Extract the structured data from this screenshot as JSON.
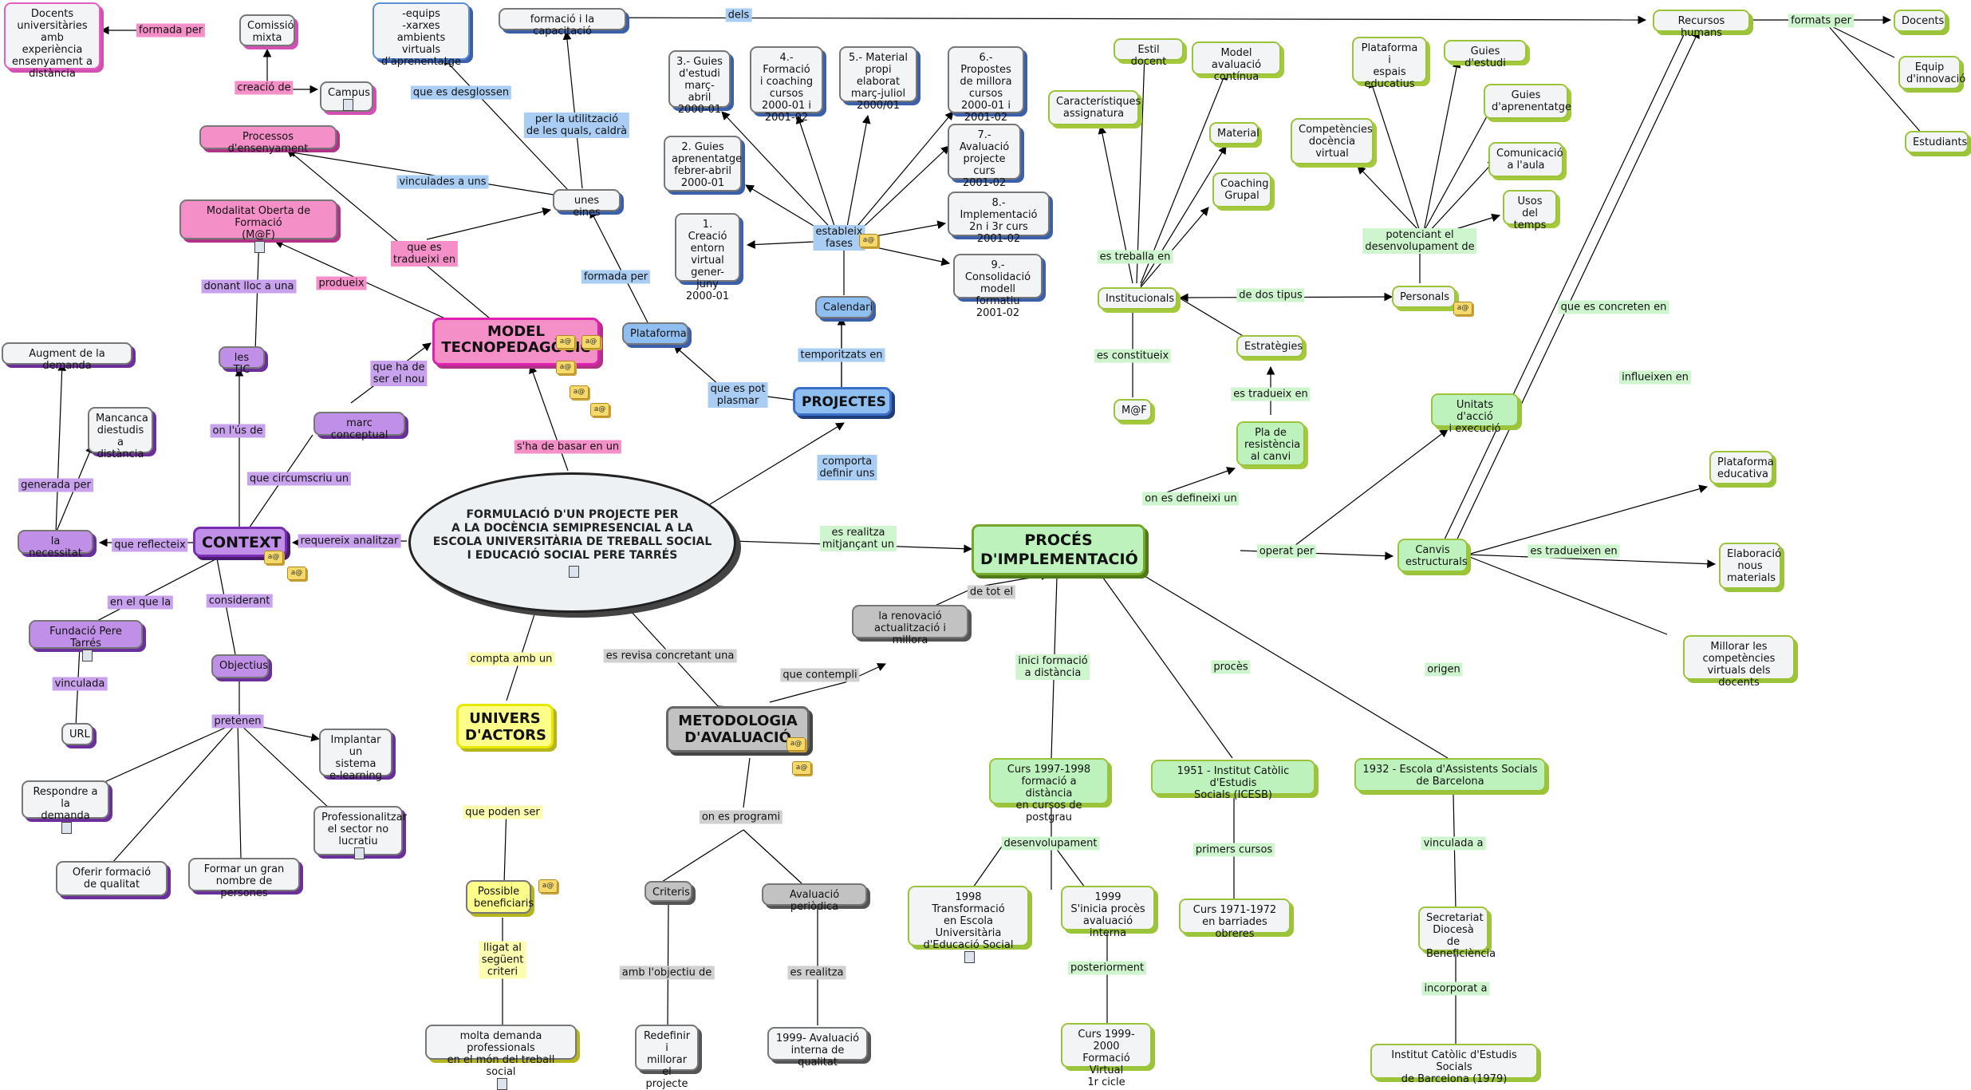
{
  "colors": {
    "pink": "#f58fc8",
    "pink_label": "#f58fc8",
    "purple": "#c08fe8",
    "purple_label": "#c9a2ee",
    "blue": "#8fbef0",
    "blue_label": "#a9cdf3",
    "green": "#bdf2bd",
    "green_label": "#cff5cf",
    "gray": "#c2c2c2",
    "gray_label": "#d0d0d0",
    "yellow": "#fdfd8a",
    "yellow_label": "#fdfdb0"
  },
  "center": {
    "title": "FORMULACIÓ D'UN PROJECTE PER\nA LA DOCÈNCIA SEMIPRESENCIAL A LA\nESCOLA UNIVERSITÀRIA DE TREBALL SOCIAL\nI EDUCACIÓ SOCIAL PERE TARRÉS"
  },
  "nodes": {
    "docents_univ": "Docents\nuniversitàries\namb experiència\nensenyament a\ndistància",
    "comissio": "Comissió\nmixta",
    "campus": "Campus",
    "processos": "Processos d'ensenyament",
    "mof": "Modalitat Oberta de Formació\n(M@F)",
    "equips": "-equips\n-xarxes\nambients virtuals\nd'aprenentatge",
    "formacio_cap": "formació i la capacitació",
    "unes_eines": "unes eines",
    "model": "MODEL\nTECNOPEDAGÒGIC",
    "plataforma_b": "Plataforma",
    "tic": "les TIC",
    "marc": "marc conceptual",
    "augment": "Augment de la demanda",
    "mancanca": "Mancanca\ndiestudis a\ndistància",
    "necessitat": "la necessitat",
    "context": "CONTEXT",
    "fundacio": "Fundació Pere Tarrés",
    "url": "URL",
    "objectius": "Objectius",
    "implantar": "Implantar un\nsistema\ne-learning",
    "respondre": "Respondre a la\ndemanda",
    "professionalitzar": "Professionalitzar\nel sector no\nlucratiu",
    "oferir": "Oferir formació\nde qualitat",
    "formar": "Formar un gran\nnombre de persones",
    "guies3": "3.- Guies\nd'estudi\nmarç-abril\n2000-01",
    "formacio4": "4.- Formació\ni coaching\ncursos\n2000-01 i\n2001-02",
    "material5": "5.- Material\npropi elaborat\nmarç-juliol\n2000/01",
    "propostes6": "6.- Propostes\nde millora\ncursos\n2000-01 i\n2001-02",
    "guies2": "2. Guies\naprenentatge\nfebrer-abril\n2000-01",
    "avaluacio7": "7.- Avaluació\nprojecte\ncurs\n2001-02",
    "creacio1": "1. Creació\nentorn\nvirtual\ngener-juny\n2000-01",
    "implementacio8": "8.- Implementació\n2n i 3r curs\n2001-02",
    "consolidacio9": "9.- Consolidació\nmodell formatiu\n2001-02",
    "calendari": "Calendari",
    "projectes": "PROJECTES",
    "renovacio": "la renovació\nactualització i millora",
    "metodologia": "METODOLOGIA\nD'AVALUACIÓ",
    "criteris": "Criteris",
    "aval_periodica": "Avaluació periòdica",
    "redefinir": "Redefinir i\nmillorar el\nprojecte",
    "aval1999": "1999- Avaluació\ninterna de qualitat",
    "univers": "UNIVERS\nD'ACTORS",
    "beneficiaris": "Possible\nbeneficiaris",
    "demanda_prof": "molta demanda professionals\nen el món del treball social",
    "estil": "Estil docent",
    "model_aval": "Model avaluació\ncontínua",
    "caracteristiques": "Característiques\nassignatura",
    "material": "Material",
    "coaching": "Coaching\nGrupal",
    "institucionals": "Institucionals",
    "mf": "M@F",
    "estrategies": "Estratègies",
    "pla": "Pla de\nresistència\nal canvi",
    "personals": "Personals",
    "plataforma_espais": "Plataforma i\nespais\neducatius",
    "guies_estudi": "Guies d'estudi",
    "guies_aprenentatge": "Guies\nd'aprenentatge",
    "competencies": "Competències\ndocència\nvirtual",
    "comunicacio": "Comunicació\na l'aula",
    "usos": "Usos del\ntemps",
    "recursos": "Recursos humans",
    "docents_r": "Docents",
    "equip": "Equip\nd'innovació",
    "estudiants": "Estudiants",
    "unitats": "Unitats d'acció\ni execució",
    "proces": "PROCÉS\nD'IMPLEMENTACIÓ",
    "canvis": "Canvis\nestructurals",
    "plataforma_ed": "Plataforma\neducativa",
    "elaboracio": "Elaboració\nnous\nmaterials",
    "millorar_comp": "Millorar les\ncompetències\nvirtuals dels docents",
    "curs1997": "Curs 1997-1998\nformació a distància\nen cursos de postgrau",
    "icesb1951": "1951 - Institut Catòlic d'Estudis\nSocials (ICESB)",
    "escola1932": "1932 - Escola d'Assistents Socials\nde Barcelona",
    "t1998": "1998\nTransformació\nen Escola Universitària\nd'Educació Social",
    "t1999": "1999\nS'inicia procès\navaluació interna",
    "curs1971": "Curs 1971-1972\nen barriades obreres",
    "secretariat": "Secretariat\nDiocesà de\nBeneficiència",
    "curs1999": "Curs 1999-2000\nFormació Virtual\n1r cicle",
    "institut1979": "Institut Catòlic d'Estudis Socials\nde Barcelona (1979)"
  },
  "links": {
    "formada_per_1": "formada per",
    "creacio_de": "creació de",
    "vinculades_a_uns": "vinculades a uns",
    "que_es_desglossen": "que es desglossen",
    "per_la_utilitzacio": "per la utilització\nde les quals, caldrà",
    "dels": "dels",
    "que_es_tradueixi": "que es\ntradueixi en",
    "produeix": "produeix",
    "donant_lloc": "donant lloc a una",
    "formada_per_2": "formada per",
    "que_ha_de_ser": "que ha de\nser el nou",
    "on_lus_de": "on l'ús de",
    "que_circumscriu": "que circumscriu un",
    "generada_per": "generada per",
    "que_reflecteix": "que reflecteix",
    "requereix": "requereix analitzar",
    "en_el_que_la": "en el que la",
    "considerant": "considerant",
    "vinculada": "vinculada",
    "pretenen": "pretenen",
    "shade_basar": "s'ha de basar en un",
    "estableix_fases": "estableix\nfases",
    "temporitzats": "temporitzats en",
    "que_es_pot_plasmar": "que es pot\nplasmar",
    "comporta": "comporta\ndefinir uns",
    "es_realitza_mitjancant": "es realitza\nmitjançant un",
    "de_tot_el": "de tot el",
    "que_contempli": "que contempli",
    "es_revisa": "es revisa concretant una",
    "compta_amb": "compta amb un",
    "que_poden_ser": "que poden ser",
    "lligat": "lligat al\nsegüent\ncriteri",
    "on_es_programi": "on es programi",
    "amb_objectiu": "amb l'objectiu de",
    "es_realitza": "es realitza",
    "es_treballa_en": "es treballa en",
    "es_constitueix": "es constitueix",
    "de_dos_tipus": "de dos tipus",
    "es_tradueix_en": "es tradueix en",
    "on_es_defineixi": "on es defineixi un",
    "potenciant": "potenciant el\ndesenvolupament de",
    "formats_per": "formats per",
    "que_es_concreten": "que es concreten en",
    "influeixen": "influeixen en",
    "operat_per": "operat per",
    "es_tradueixen_en": "es tradueixen en",
    "inici_formacio": "inici formació\na distància",
    "proces_l": "procès",
    "origen": "origen",
    "desenvolupament": "desenvolupament",
    "primers_cursos": "primers cursos",
    "vinculada_a": "vinculada a",
    "posteriorment": "posteriorment",
    "incorporat_a": "incorporat a"
  }
}
